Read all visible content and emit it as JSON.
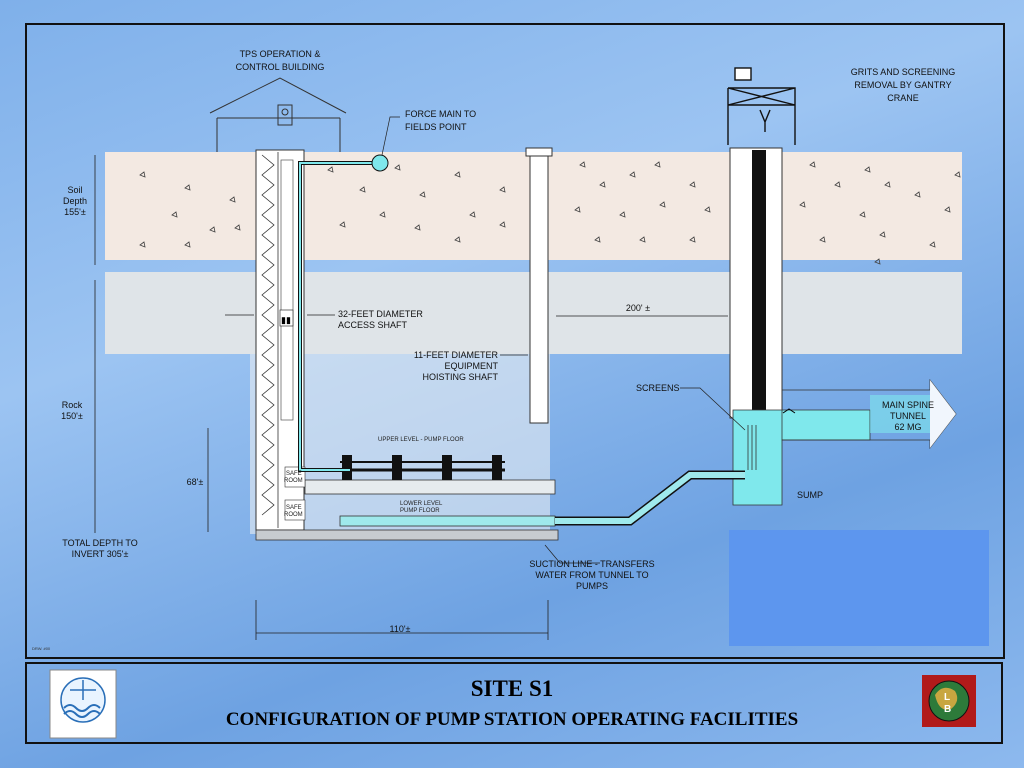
{
  "labels": {
    "tps_building": [
      "TPS OPERATION &",
      "CONTROL BUILDING"
    ],
    "force_main": [
      "FORCE MAIN TO",
      "FIELDS POINT"
    ],
    "grits": [
      "GRITS AND SCREENING",
      "REMOVAL BY GANTRY",
      "CRANE"
    ],
    "soil_depth": [
      "Soil",
      "Depth",
      "155'±"
    ],
    "rock": [
      "Rock",
      "150'±"
    ],
    "total_depth": [
      "TOTAL DEPTH  TO",
      "INVERT 305'±"
    ],
    "access_shaft": [
      "32-FEET DIAMETER",
      "ACCESS SHAFT"
    ],
    "hoisting_shaft": [
      "11-FEET DIAMETER",
      "EQUIPMENT",
      "HOISTING SHAFT"
    ],
    "distance_200": "200' ±",
    "screens": "SCREENS",
    "main_spine": [
      "MAIN SPINE",
      "TUNNEL",
      "62 MG"
    ],
    "sump": "SUMP",
    "upper_level": "UPPER LEVEL - PUMP FLOOR",
    "lower_level": [
      "LOWER LEVEL",
      "PUMP FLOOR"
    ],
    "safe_room": [
      "SAFE",
      "ROOM"
    ],
    "height_68": "68'±",
    "suction_line": [
      "SUCTION LINE - TRANSFERS",
      "WATER FROM TUNNEL TO",
      "PUMPS"
    ],
    "width_110": "110'±",
    "corner_note": "DRW. #00"
  },
  "title": {
    "main": "SITE S1",
    "sub": "CONFIGURATION OF PUMP STATION OPERATING FACILITIES"
  },
  "colors": {
    "soil": "#f3e9e2",
    "rock": "#dfe4e8",
    "water": "#7fe8ec",
    "pipe": "#9fe9ec",
    "overlay_box": "#5d96ee"
  }
}
